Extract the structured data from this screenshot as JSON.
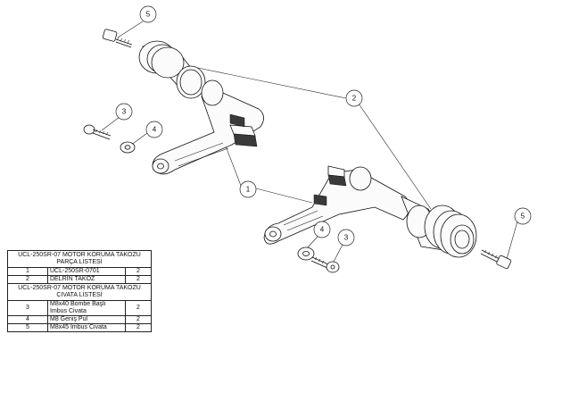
{
  "balloons": [
    {
      "id": "b5a",
      "label": "5"
    },
    {
      "id": "b2",
      "label": "2"
    },
    {
      "id": "b3a",
      "label": "3"
    },
    {
      "id": "b4a",
      "label": "4"
    },
    {
      "id": "b1",
      "label": "1"
    },
    {
      "id": "b4b",
      "label": "4"
    },
    {
      "id": "b3b",
      "label": "3"
    },
    {
      "id": "b5b",
      "label": "5"
    }
  ],
  "table": {
    "parts_header": "UCL-250SR-07 MOTOR KORUMA TAKOZU PARÇA LİSTESİ",
    "parts": [
      {
        "no": "1",
        "desc": "UCL-250SR-0701",
        "qty": "2"
      },
      {
        "no": "2",
        "desc": "DELRİN TAKOZ",
        "qty": "2"
      }
    ],
    "bolts_header": "UCL-250SR-07 MOTOR KORUMA TAKOZU CIVATA LİSTESİ",
    "bolts": [
      {
        "no": "3",
        "desc": "M8x40 Bombe Başlı İmbus Civata",
        "qty": "2"
      },
      {
        "no": "4",
        "desc": "M8 Geniş Pul",
        "qty": "2"
      },
      {
        "no": "5",
        "desc": "M8x45 İmbus Civata",
        "qty": "2"
      }
    ]
  }
}
